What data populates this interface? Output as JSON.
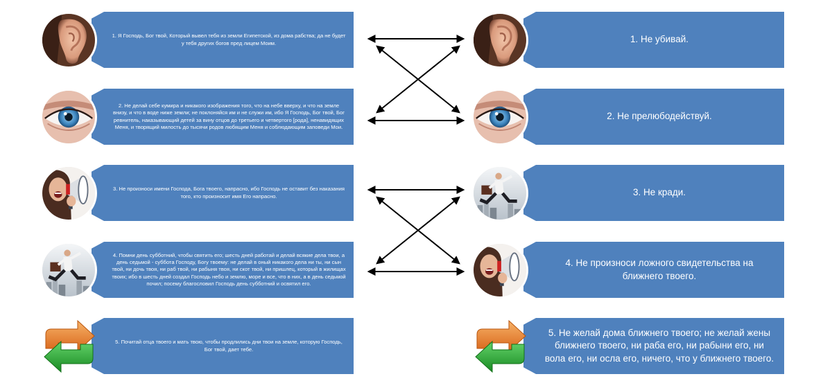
{
  "left_column": {
    "items": [
      {
        "number": 1,
        "icon": "ear-icon",
        "text": "1. Я Господь, Бог твой, Который вывел тебя из земли Египетской, из дома рабства; да не будет у тебя других богов пред лицем Моим."
      },
      {
        "number": 2,
        "icon": "eye-icon",
        "text": "2. Не делай себе кумира и никакого изображения того, что на небе вверху, и что на земле внизу, и что в воде ниже земли; не поклоняйся им и не служи им, ибо Я Господь, Бог твой, Бог ревнитель, наказывающий детей за вину отцов до третьего и четвертого [рода], ненавидящих Меня, и творящий милость до тысячи родов любящим Меня и соблюдающим заповеди Мои."
      },
      {
        "number": 3,
        "icon": "megaphone-woman-icon",
        "text": "3. Не произноси имени Господа, Бога твоего, напрасно, ибо Господь не оставит без наказания того, кто произносит имя Его напрасно."
      },
      {
        "number": 4,
        "icon": "running-man-icon",
        "text": "4. Помни день субботний, чтобы святить его; шесть дней работай и делай всякие дела твои, а день седьмой - суббота Господу, Богу твоему: не делай в оный никакого дела ни ты, ни сын твой, ни дочь твоя, ни раб твой, ни рабыня твоя, ни скот твой, ни пришлец, который в жилищах твоих; ибо в шесть дней создал Господь небо и землю, море и все, что в них, а в день седьмой почил; посему благословил Господь день субботний и освятил его."
      },
      {
        "number": 5,
        "icon": "cycle-arrows-icon",
        "text": "5. Почитай отца твоего и мать твою, чтобы продлились дни твои на земле, которую Господь, Бог твой, дает тебе."
      }
    ]
  },
  "right_column": {
    "items": [
      {
        "number": 1,
        "icon": "ear-icon",
        "text": "1. Не убивай."
      },
      {
        "number": 2,
        "icon": "eye-icon",
        "text": "2. Не прелюбодействуй."
      },
      {
        "number": 3,
        "icon": "running-man-icon",
        "text": "3. Не кради."
      },
      {
        "number": 4,
        "icon": "megaphone-woman-icon",
        "text": "4. Не произноси ложного свидетельства на ближнего твоего."
      },
      {
        "number": 5,
        "icon": "cycle-arrows-icon",
        "text": "5. Не желай дома ближнего твоего; не желай жены ближнего твоего, ни раба его, ни рабыни его, ни вола его, ни осла его, ничего, что у ближнего твоего."
      }
    ]
  },
  "connectors": [
    {
      "from": "left-1",
      "to": "right-1",
      "type": "double-arrow"
    },
    {
      "from": "left-2",
      "to": "right-2",
      "type": "double-arrow"
    },
    {
      "from": "left-1",
      "to": "right-2",
      "type": "double-arrow"
    },
    {
      "from": "left-2",
      "to": "right-1",
      "type": "double-arrow"
    },
    {
      "from": "left-3",
      "to": "right-3",
      "type": "double-arrow"
    },
    {
      "from": "left-4",
      "to": "right-4",
      "type": "double-arrow"
    },
    {
      "from": "left-3",
      "to": "right-4",
      "type": "double-arrow"
    },
    {
      "from": "left-4",
      "to": "right-3",
      "type": "double-arrow"
    }
  ],
  "colors": {
    "box_fill": "#4f81bd",
    "box_text": "#ffffff",
    "arrow": "#000000"
  }
}
